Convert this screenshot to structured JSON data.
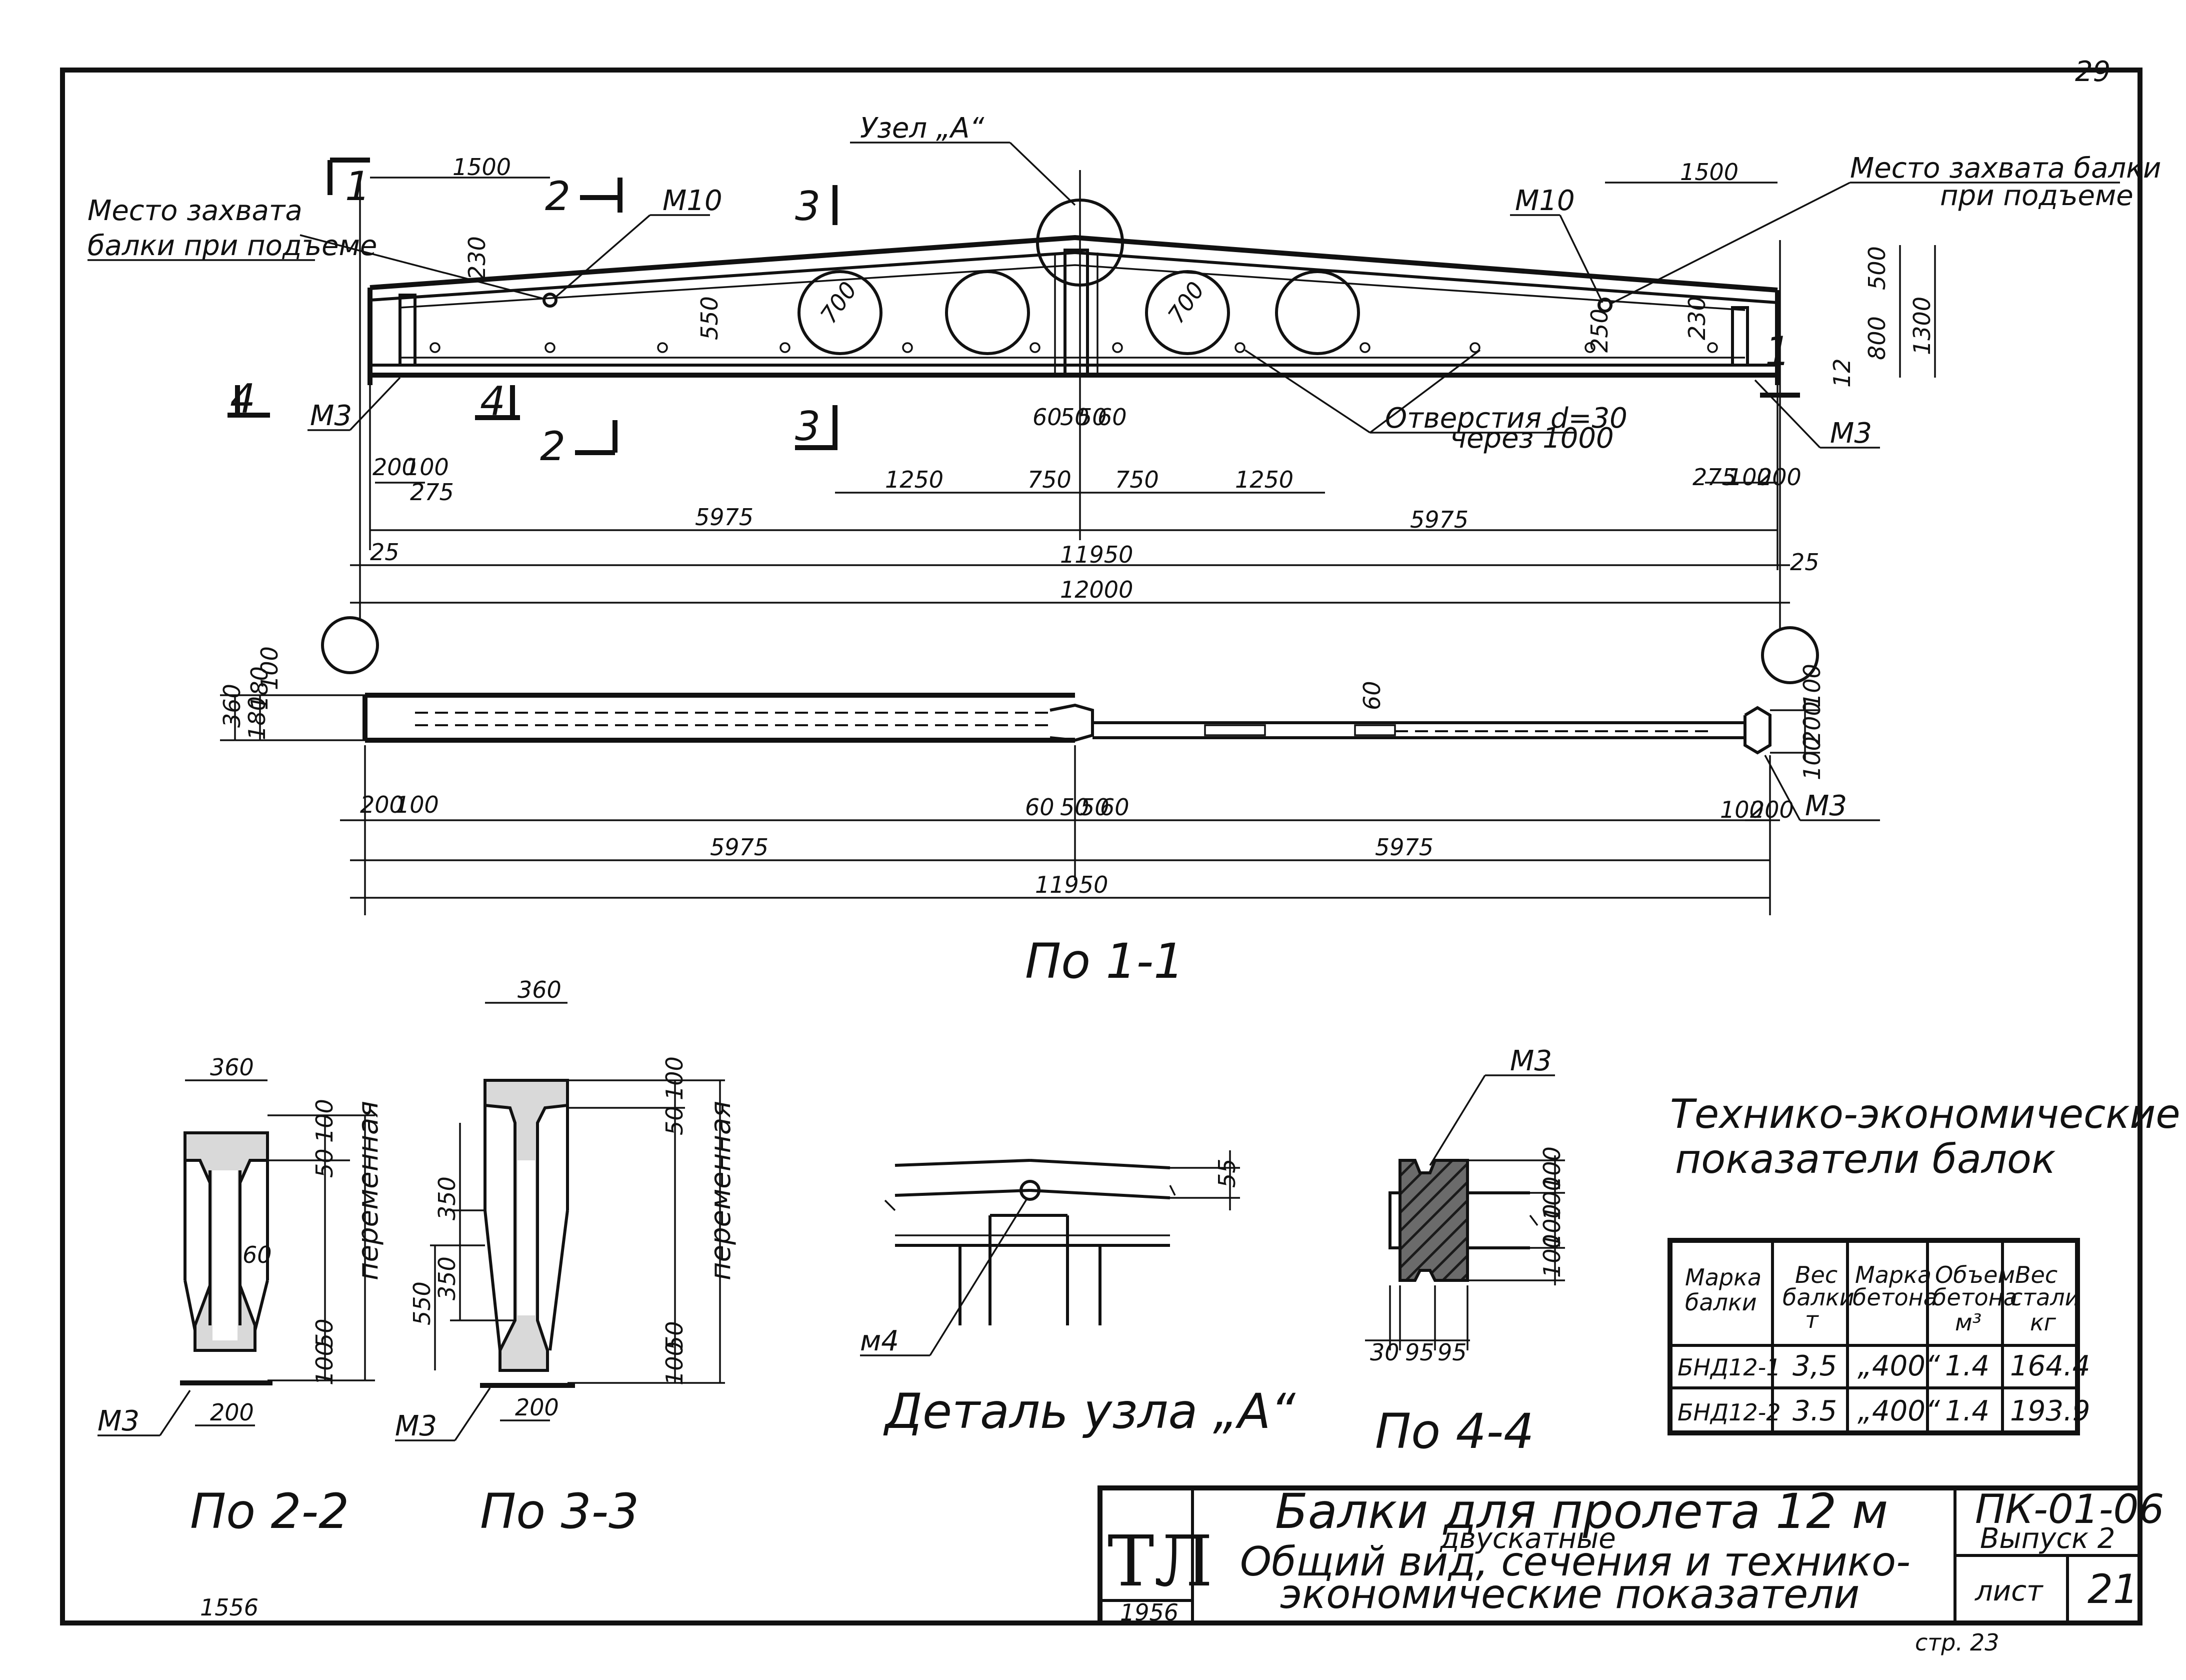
{
  "page_number": "29",
  "sheet_code_bottom": "1556",
  "page_ref": "стр.",
  "page_ref_num": "23",
  "elevation": {
    "node_a_label": "Узел „А“",
    "grip_left_line1": "Место захвата",
    "grip_left_line2": "балки при подъеме",
    "grip_right_line1": "Место захвата балки",
    "grip_right_line2": "при подъеме",
    "m10_left": "М10",
    "m10_right": "М10",
    "m3_left": "М3",
    "m3_right": "М3",
    "holes_line1": "Отверстия d=30",
    "holes_line2": "через 1000",
    "circle_dia": "700",
    "sec_cut_1": "1",
    "sec_cut_2": "2",
    "sec_cut_3": "3",
    "sec_cut_4": "4",
    "dims": {
      "d1500": "1500",
      "d230": "230",
      "d550": "550",
      "d500": "500",
      "d800": "800",
      "d1300": "1300",
      "d250": "250",
      "d12": "12",
      "d60": "60",
      "d50": "50",
      "d200": "200",
      "d100": "100",
      "d275": "275",
      "d1250": "1250",
      "d750": "750",
      "d5975": "5975",
      "d11950": "11950",
      "d25": "25",
      "d12000": "12000"
    }
  },
  "plan": {
    "title": "По 1-1",
    "m3": "М3",
    "dims": {
      "d360": "360",
      "d180": "180",
      "d100": "100",
      "d200": "200",
      "d60": "60",
      "d50": "50",
      "d5975": "5975",
      "d11950": "11950"
    }
  },
  "section22": {
    "title": "По 2-2",
    "width_top": "360",
    "width_bot": "200",
    "web": "60",
    "d50": "50",
    "d100": "100",
    "variable": "переменная",
    "m3": "М3"
  },
  "section33": {
    "title": "По 3-3",
    "width_top": "360",
    "width_bot": "200",
    "d350": "350",
    "d550": "550",
    "d50": "50",
    "d100": "100",
    "variable": "переменная",
    "m3": "М3"
  },
  "detail_a": {
    "title": "Деталь узла „А“",
    "m4": "м4",
    "d55": "55"
  },
  "section44": {
    "title": "По 4-4",
    "m3": "М3",
    "d30": "30",
    "d95": "95",
    "d100": "100"
  },
  "table": {
    "title_line1": "Технико-экономические",
    "title_line2": "показатели балок",
    "headers": [
      [
        "Марка",
        "балки",
        ""
      ],
      [
        "Вес",
        "балки",
        "т"
      ],
      [
        "Марка",
        "бетона",
        ""
      ],
      [
        "Объем",
        "бетона",
        "м³"
      ],
      [
        "Вес",
        "стали",
        "кг"
      ]
    ],
    "rows": [
      [
        "БНД12-1",
        "3,5",
        "„400“",
        "1.4",
        "164.4"
      ],
      [
        "БНД12-2",
        "3.5",
        "„400“",
        "1.4",
        "193.9"
      ]
    ]
  },
  "title_block": {
    "logo": "ТЛ",
    "year": "1956",
    "title_main": "Балки для пролета 12 м",
    "title_sub": "двускатные",
    "desc_line1": "Общий вид, сечения и технико-",
    "desc_line2": "экономические показатели",
    "series": "ПК-01-06",
    "issue": "Выпуск 2",
    "sheet_label": "лист",
    "sheet_no": "21"
  }
}
